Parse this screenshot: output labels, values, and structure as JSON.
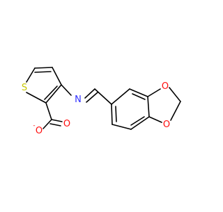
{
  "molecule": {
    "atoms": {
      "sulfur": "S",
      "nitrogen": "N",
      "carboxylate_o_single": "O",
      "carboxylate_o_double": "O",
      "dioxole_o_top": "O",
      "dioxole_o_bottom": "O"
    },
    "charge": "-"
  },
  "colors": {
    "bond": "#000000",
    "sulfur": "#c8c800",
    "nitrogen": "#3030ff",
    "oxygen": "#ff0d0d"
  }
}
